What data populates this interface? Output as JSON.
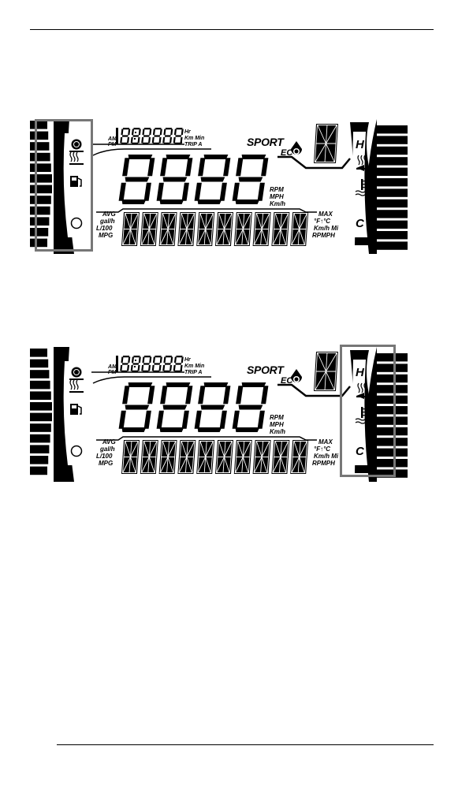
{
  "labels": {
    "am": "AM",
    "pm": "PM",
    "hr": "Hr",
    "km_min": "Km Min",
    "trip_a": "TRIP A",
    "sport": "SPORT",
    "eco": "EC",
    "rpm": "RPM",
    "mph": "MPH",
    "kmh": "Km/h",
    "avg": "AVG",
    "galh": "gal/h",
    "l100": "L/100",
    "mpg": "MPG",
    "max": "MAX",
    "deg": "°F↑°C",
    "kmh_mi": "Km/h Mi",
    "rpmph": "RPMPH",
    "h": "H",
    "c": "C"
  },
  "panels": [
    {
      "highlight": "left-gauge"
    },
    {
      "highlight": "right-gauge"
    }
  ]
}
